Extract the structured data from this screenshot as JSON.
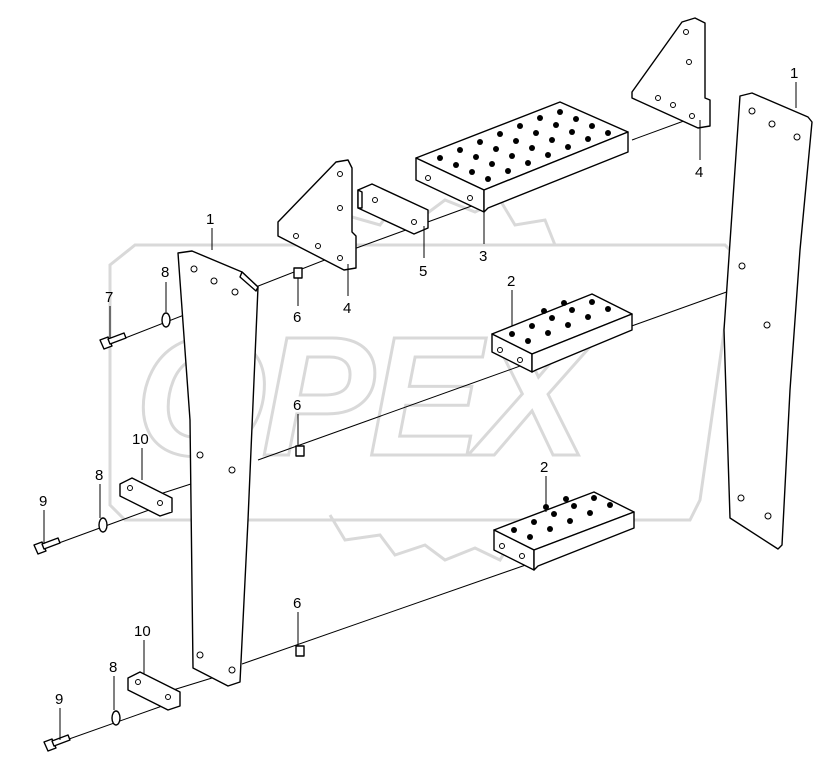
{
  "watermark": {
    "text": "OPEX",
    "color": "#d9d9d9"
  },
  "labels": {
    "p1_left": "1",
    "p1_right": "1",
    "p2_mid": "2",
    "p2_low": "2",
    "p3": "3",
    "p4_left": "4",
    "p4_right": "4",
    "p5": "5",
    "p6_top": "6",
    "p6_mid": "6",
    "p6_low": "6",
    "p7": "7",
    "p8_top": "8",
    "p8_mid": "8",
    "p8_low": "8",
    "p9_mid": "9",
    "p9_low": "9",
    "p10_mid": "10",
    "p10_low": "10"
  }
}
